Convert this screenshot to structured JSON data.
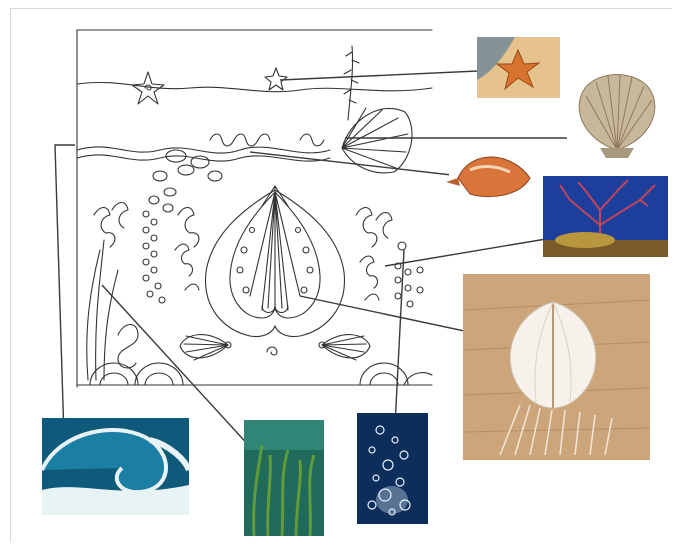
{
  "palette": {
    "ink": "#333333",
    "leader": "#3a3a3a",
    "paper": "#ffffff",
    "sand": "#e6c28c",
    "starfish": "#d8732f",
    "scallop": "#c9b79a",
    "conch": "#d9743a",
    "coral_sea": "#1d3f9b",
    "coral": "#c2455c",
    "wood": "#cda57b",
    "wave_deep": "#0f5a7a",
    "wave_foam": "#e8f3f6",
    "seagrass_water": "#1f6a5a",
    "seagrass": "#5f9b3a",
    "bubbles_bg": "#0d2e5a",
    "bubbles": "#e6f0ff"
  },
  "photos": [
    {
      "name": "starfish-photo",
      "icon": "starfish-icon"
    },
    {
      "name": "scallop-shell-photo",
      "icon": "scallop-shell-icon"
    },
    {
      "name": "conch-shell-photo",
      "icon": "conch-shell-icon"
    },
    {
      "name": "red-coral-photo",
      "icon": "coral-icon"
    },
    {
      "name": "heart-cockle-shell-photo",
      "icon": "cockle-shell-icon"
    },
    {
      "name": "ocean-wave-photo",
      "icon": "wave-icon"
    },
    {
      "name": "seagrass-photo",
      "icon": "seagrass-icon"
    },
    {
      "name": "water-bubbles-photo",
      "icon": "bubbles-icon"
    }
  ]
}
